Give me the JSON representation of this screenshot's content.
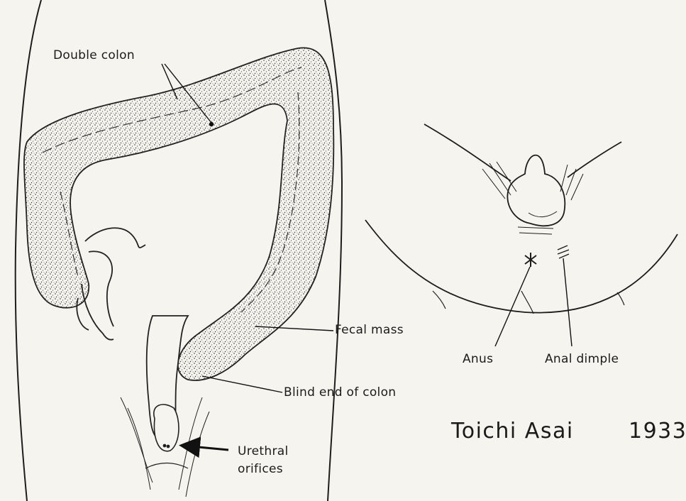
{
  "labels": {
    "double_colon": "Double colon",
    "fecal_mass": "Fecal mass",
    "blind_end": "Blind end of colon",
    "urethral_line1": "Urethral",
    "urethral_line2": "orifices",
    "anus": "Anus",
    "anal_dimple": "Anal dimple"
  },
  "credit": {
    "author": "Toichi Asai",
    "year": "1933"
  }
}
